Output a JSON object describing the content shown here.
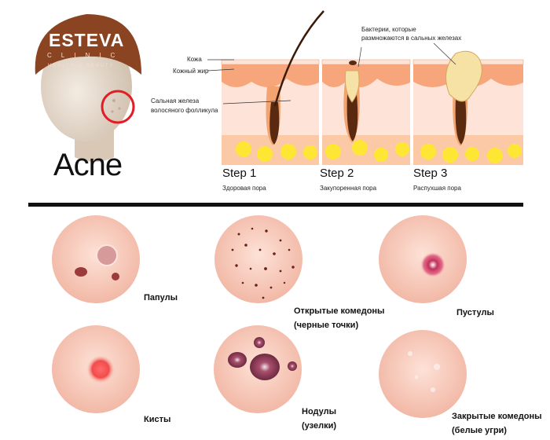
{
  "logo": {
    "brand": "ESTEVA",
    "line2": "CLINIC",
    "line3": "HEALTH & BEAUTY"
  },
  "title": "Acne",
  "skin_labels": {
    "skin": "Кожа",
    "fat": "Кожный жир",
    "gland": "Сальная железа",
    "gland2": "волосяного фолликула",
    "bacteria": "Бактерии, которые",
    "bacteria2": "размножаются в сальных железах"
  },
  "steps": [
    {
      "title": "Step 1",
      "caption": "Здоровая пора"
    },
    {
      "title": "Step 2",
      "caption": "Закупоренная пора"
    },
    {
      "title": "Step 3",
      "caption": "Распухшая пора"
    }
  ],
  "types": [
    {
      "label": "Папулы"
    },
    {
      "label": "Открытые комедоны",
      "label2": "(черные точки)"
    },
    {
      "label": "Пустулы"
    },
    {
      "label": "Кисты"
    },
    {
      "label": "Нодулы",
      "label2": "(узелки)"
    },
    {
      "label": "Закрытые комедоны",
      "label2": "(белые угри)"
    }
  ],
  "colors": {
    "skin_light": "#fbd9cd",
    "skin_circle": "#f5c2b2",
    "fat": "#f6a67a",
    "hair": "#5a2a10",
    "highlight": "#e21d25",
    "fat_cells": "#fde734"
  }
}
